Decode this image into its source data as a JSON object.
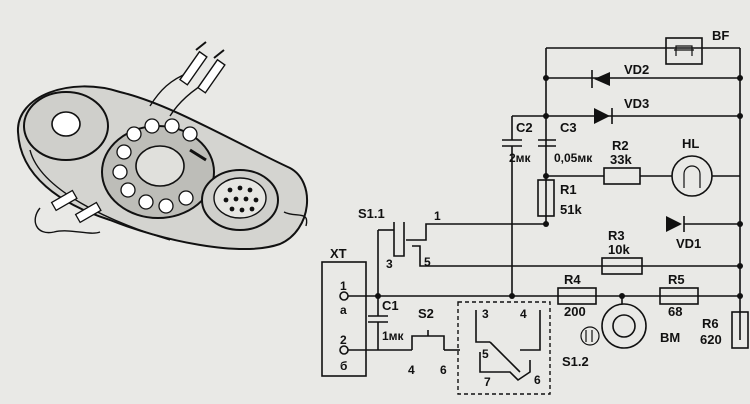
{
  "diagram": {
    "connector": {
      "ref": "XT",
      "pin1": "1",
      "pin1_letter": "a",
      "pin2": "2",
      "pin2_letter": "б"
    },
    "components": {
      "BF": "BF",
      "VD2": "VD2",
      "VD3": "VD3",
      "C2": "C2",
      "C2_value": "2мк",
      "C3": "C3",
      "C3_value": "0,05мк",
      "R2": "R2",
      "R2_value": "33k",
      "HL": "HL",
      "R1": "R1",
      "R1_value": "51k",
      "S1_1": "S1.1",
      "VD1": "VD1",
      "R3": "R3",
      "R3_value": "10k",
      "R4": "R4",
      "R4_value": "200",
      "R5": "R5",
      "R5_value": "68",
      "C1": "C1",
      "C1_value": "1мк",
      "S2": "S2",
      "BM": "BM",
      "R6": "R6",
      "R6_value": "620",
      "S1_2": "S1.2"
    },
    "pins": {
      "s11_1": "1",
      "s11_3": "3",
      "s11_5": "5",
      "s2_4": "4",
      "s2_6": "6",
      "box_3": "3",
      "box_4": "4",
      "box_5": "5",
      "box_7": "7",
      "box_6": "6"
    }
  }
}
